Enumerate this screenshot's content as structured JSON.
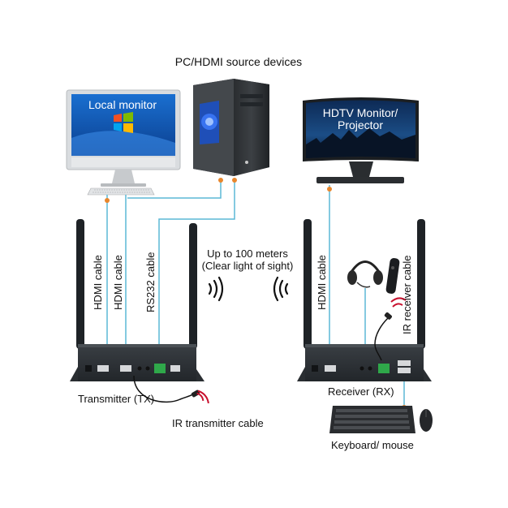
{
  "labels": {
    "source_devices": "PC/HDMI source devices",
    "local_monitor": "Local monitor",
    "hdtv_monitor_line1": "HDTV Monitor/",
    "hdtv_monitor_line2": "Projector",
    "distance_line1": "Up to 100 meters",
    "distance_line2": "(Clear light of sight)",
    "transmitter": "Transmitter (TX)",
    "receiver": "Receiver (RX)",
    "ir_transmitter_cable": "IR transmitter cable",
    "ir_receiver_cable": "IR receiver cable",
    "keyboard_mouse": "Keyboard/ mouse",
    "tx_hdmi_cable_1": "HDMI cable",
    "tx_hdmi_cable_2": "HDMI cable",
    "tx_rs232_cable": "RS232 cable",
    "rx_hdmi_cable": "HDMI cable"
  },
  "colors": {
    "cable_line": "#5cb8d6",
    "connector_dot": "#e8862c",
    "device_body": "#2b2f33",
    "antenna": "#1e2226",
    "ir_red": "#c8102e"
  },
  "icons": [
    "windows-logo-icon",
    "wireless-signal-icon",
    "headset-icon",
    "remote-control-icon",
    "ir-signal-icon",
    "mouse-icon"
  ]
}
